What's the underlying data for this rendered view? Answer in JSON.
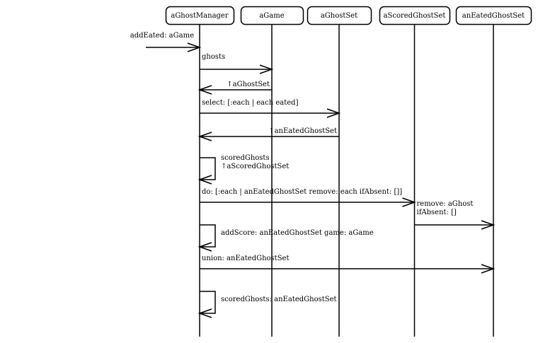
{
  "diagram": {
    "type": "sequence",
    "lifelines": [
      {
        "id": "mgr",
        "label": "aGhostManager"
      },
      {
        "id": "game",
        "label": "aGame"
      },
      {
        "id": "ghostset",
        "label": "aGhostSet"
      },
      {
        "id": "scored",
        "label": "aScoredGhostSet"
      },
      {
        "id": "eated",
        "label": "anEatedGhostSet"
      }
    ],
    "messages": [
      {
        "kind": "found",
        "to": "mgr",
        "lines": [
          "addEated: aGame"
        ]
      },
      {
        "kind": "call",
        "from": "mgr",
        "to": "game",
        "lines": [
          "ghosts"
        ]
      },
      {
        "kind": "return",
        "from": "game",
        "to": "mgr",
        "lines": [
          "↑aGhostSet"
        ]
      },
      {
        "kind": "call",
        "from": "mgr",
        "to": "ghostset",
        "lines": [
          "select: [:each | each eated]"
        ]
      },
      {
        "kind": "return",
        "from": "ghostset",
        "to": "mgr",
        "lines": [
          "↑anEatedGhostSet"
        ]
      },
      {
        "kind": "self",
        "on": "mgr",
        "lines": [
          "scoredGhosts",
          "↑aScoredGhostSet"
        ]
      },
      {
        "kind": "call",
        "from": "mgr",
        "to": "scored",
        "lines": [
          "do: [:each | anEatedGhostSet remove: each ifAbsent: []]"
        ]
      },
      {
        "kind": "call",
        "from": "scored",
        "to": "eated",
        "lines": [
          "remove: aGhost",
          "ifAbsent: []"
        ]
      },
      {
        "kind": "self",
        "on": "mgr",
        "lines": [
          "addScore: anEatedGhostSet game: aGame"
        ]
      },
      {
        "kind": "call",
        "from": "mgr",
        "to": "eated",
        "lines": [
          "union: anEatedGhostSet"
        ]
      },
      {
        "kind": "self",
        "on": "mgr",
        "lines": [
          "scoredGhosts: anEatedGhostSet"
        ]
      }
    ]
  },
  "colors": {
    "line": "#000000",
    "background": "#ffffff"
  }
}
